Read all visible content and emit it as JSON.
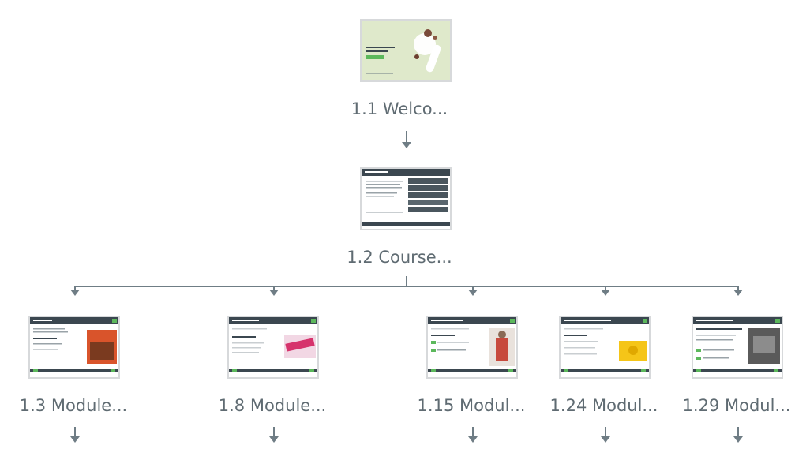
{
  "nodes": {
    "n1_1": {
      "label": "1.1 Welco..."
    },
    "n1_2": {
      "label": "1.2 Course..."
    },
    "n1_3": {
      "label": "1.3 Module..."
    },
    "n1_8": {
      "label": "1.8 Module..."
    },
    "n1_15": {
      "label": "1.15 Modul..."
    },
    "n1_24": {
      "label": "1.24 Modul..."
    },
    "n1_29": {
      "label": "1.29 Modul..."
    }
  },
  "colors": {
    "connector": "#6f7d85",
    "thumb_border": "#d7d9db",
    "label_text": "#5f6b72",
    "slide_header": "#3b4750",
    "accent_green": "#5cb85c",
    "welcome_bg": "#dde8c8"
  }
}
